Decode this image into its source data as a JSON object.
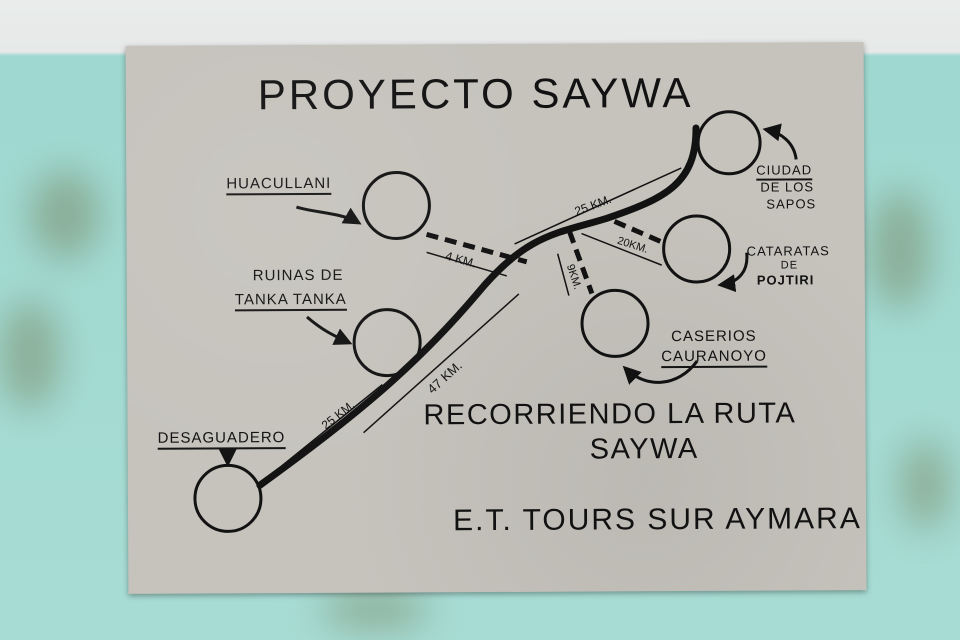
{
  "title": "PROYECTO SAYWA",
  "tagline_line1": "RECORRIENDO LA RUTA",
  "tagline_line2": "SAYWA",
  "company": "E.T. TOURS SUR AYMARA",
  "places": {
    "huacullani": "HUACULLANI",
    "ruinas_line1": "RUINAS DE",
    "ruinas_line2": "TANKA TANKA",
    "desaguadero": "DESAGUADERO",
    "ciudad_line1": "CIUDAD",
    "ciudad_line2": "DE LOS",
    "ciudad_line3": "SAPOS",
    "cataratas_line1": "CATARATAS",
    "cataratas_line2": "DE",
    "cataratas_line3": "POJTIRI",
    "caserios_line1": "CASERIOS",
    "caserios_line2": "CAURANOYO"
  },
  "distances": {
    "d25_lower": "25 KM.",
    "d47": "47 KM.",
    "d4": "4 KM.",
    "d25_upper": "25 KM.",
    "d20": "20KM.",
    "d9": "9KM."
  },
  "colors": {
    "wall": "#a7dcd4",
    "poster": "#c6c3bd",
    "ink": "#121212"
  }
}
